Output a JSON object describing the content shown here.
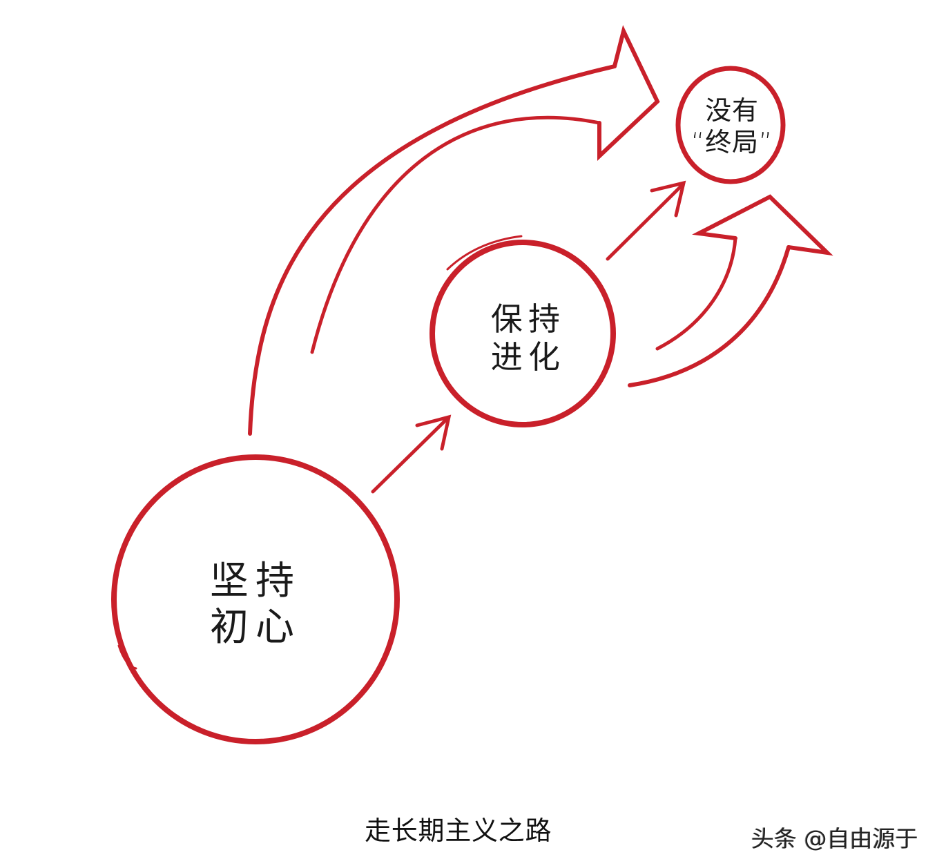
{
  "colors": {
    "accent": "#c9202a",
    "text": "#1a1a1a",
    "background": "#ffffff"
  },
  "nodes": [
    {
      "id": "start",
      "line1": "坚持",
      "line2": "初心"
    },
    {
      "id": "middle",
      "line1": "保持",
      "line2": "进化"
    },
    {
      "id": "end",
      "line1": "没有",
      "line2": "“终局”"
    }
  ],
  "caption": "走长期主义之路",
  "watermark": "头条 @自由源于"
}
